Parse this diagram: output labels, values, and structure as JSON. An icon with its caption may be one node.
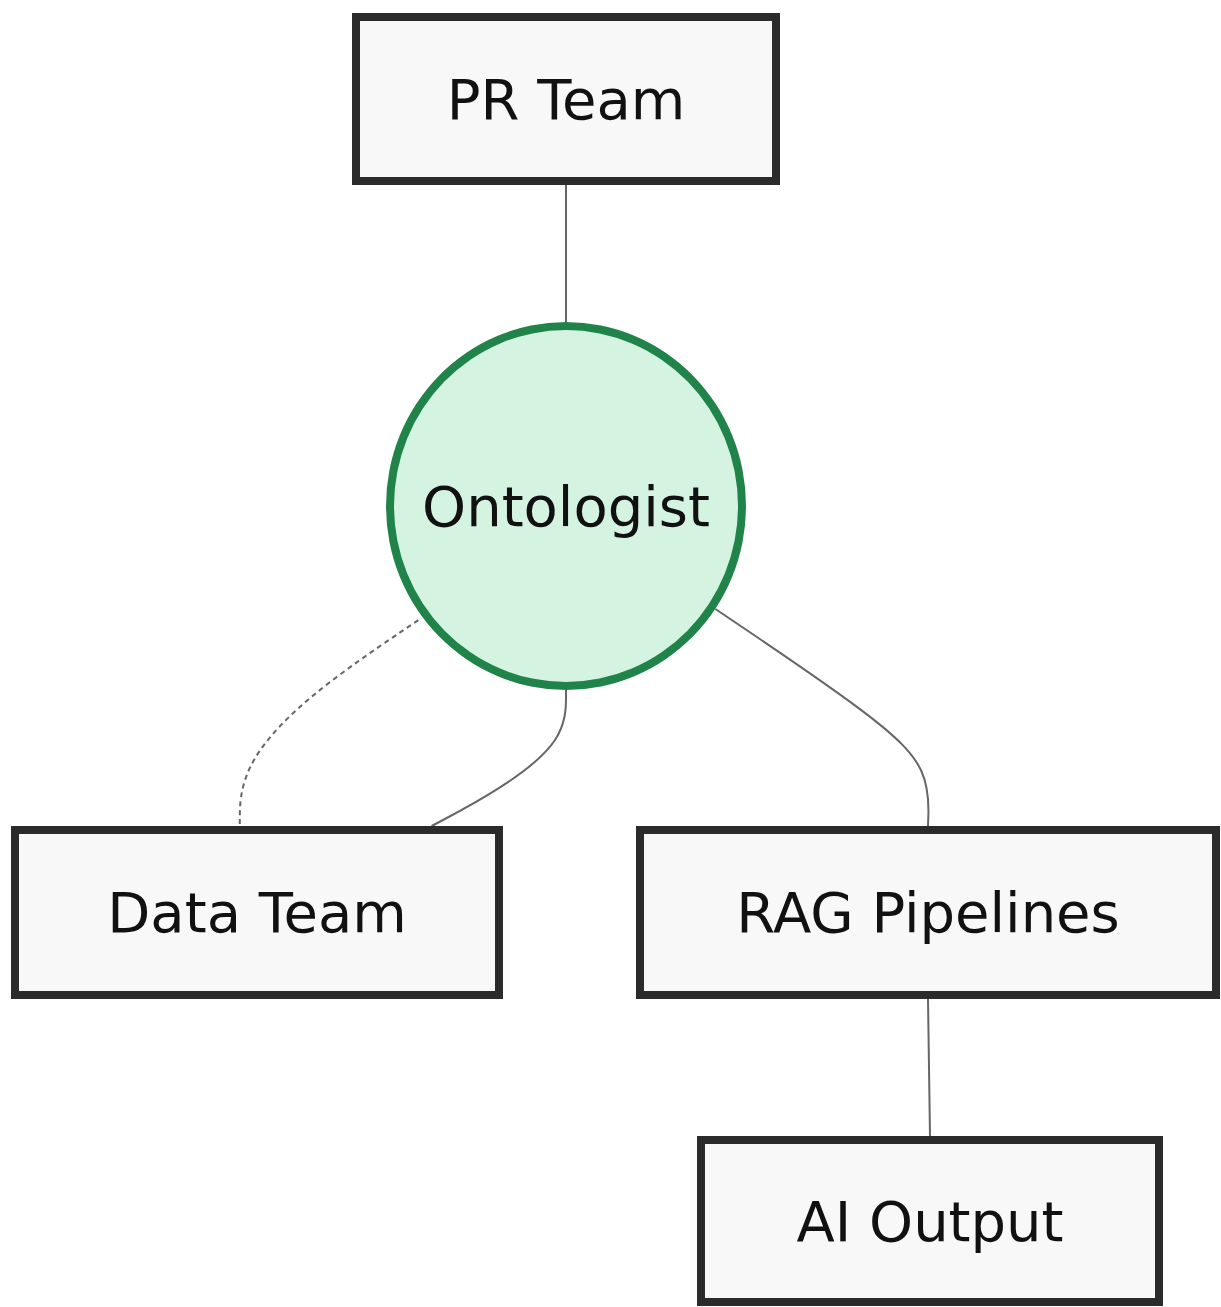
{
  "diagram": {
    "nodes": [
      {
        "text": [
          "PR Team"
        ]
      },
      {
        "text": [
          "Ontologist"
        ]
      },
      {
        "text": [
          "Data Team"
        ]
      },
      {
        "text": [
          "RAG Pipelines"
        ]
      },
      {
        "text": [
          "AI Output"
        ]
      }
    ],
    "edges": [
      {
        "from": 0,
        "to": 1,
        "arrow": "none"
      },
      {
        "from": 1,
        "to": 2,
        "arrow": "none",
        "style": "dashed"
      },
      {
        "from": 1,
        "to": 2,
        "arrow": "none"
      },
      {
        "from": 1,
        "to": 3,
        "arrow": "none"
      },
      {
        "from": 3,
        "to": 4,
        "arrow": "none"
      }
    ]
  }
}
